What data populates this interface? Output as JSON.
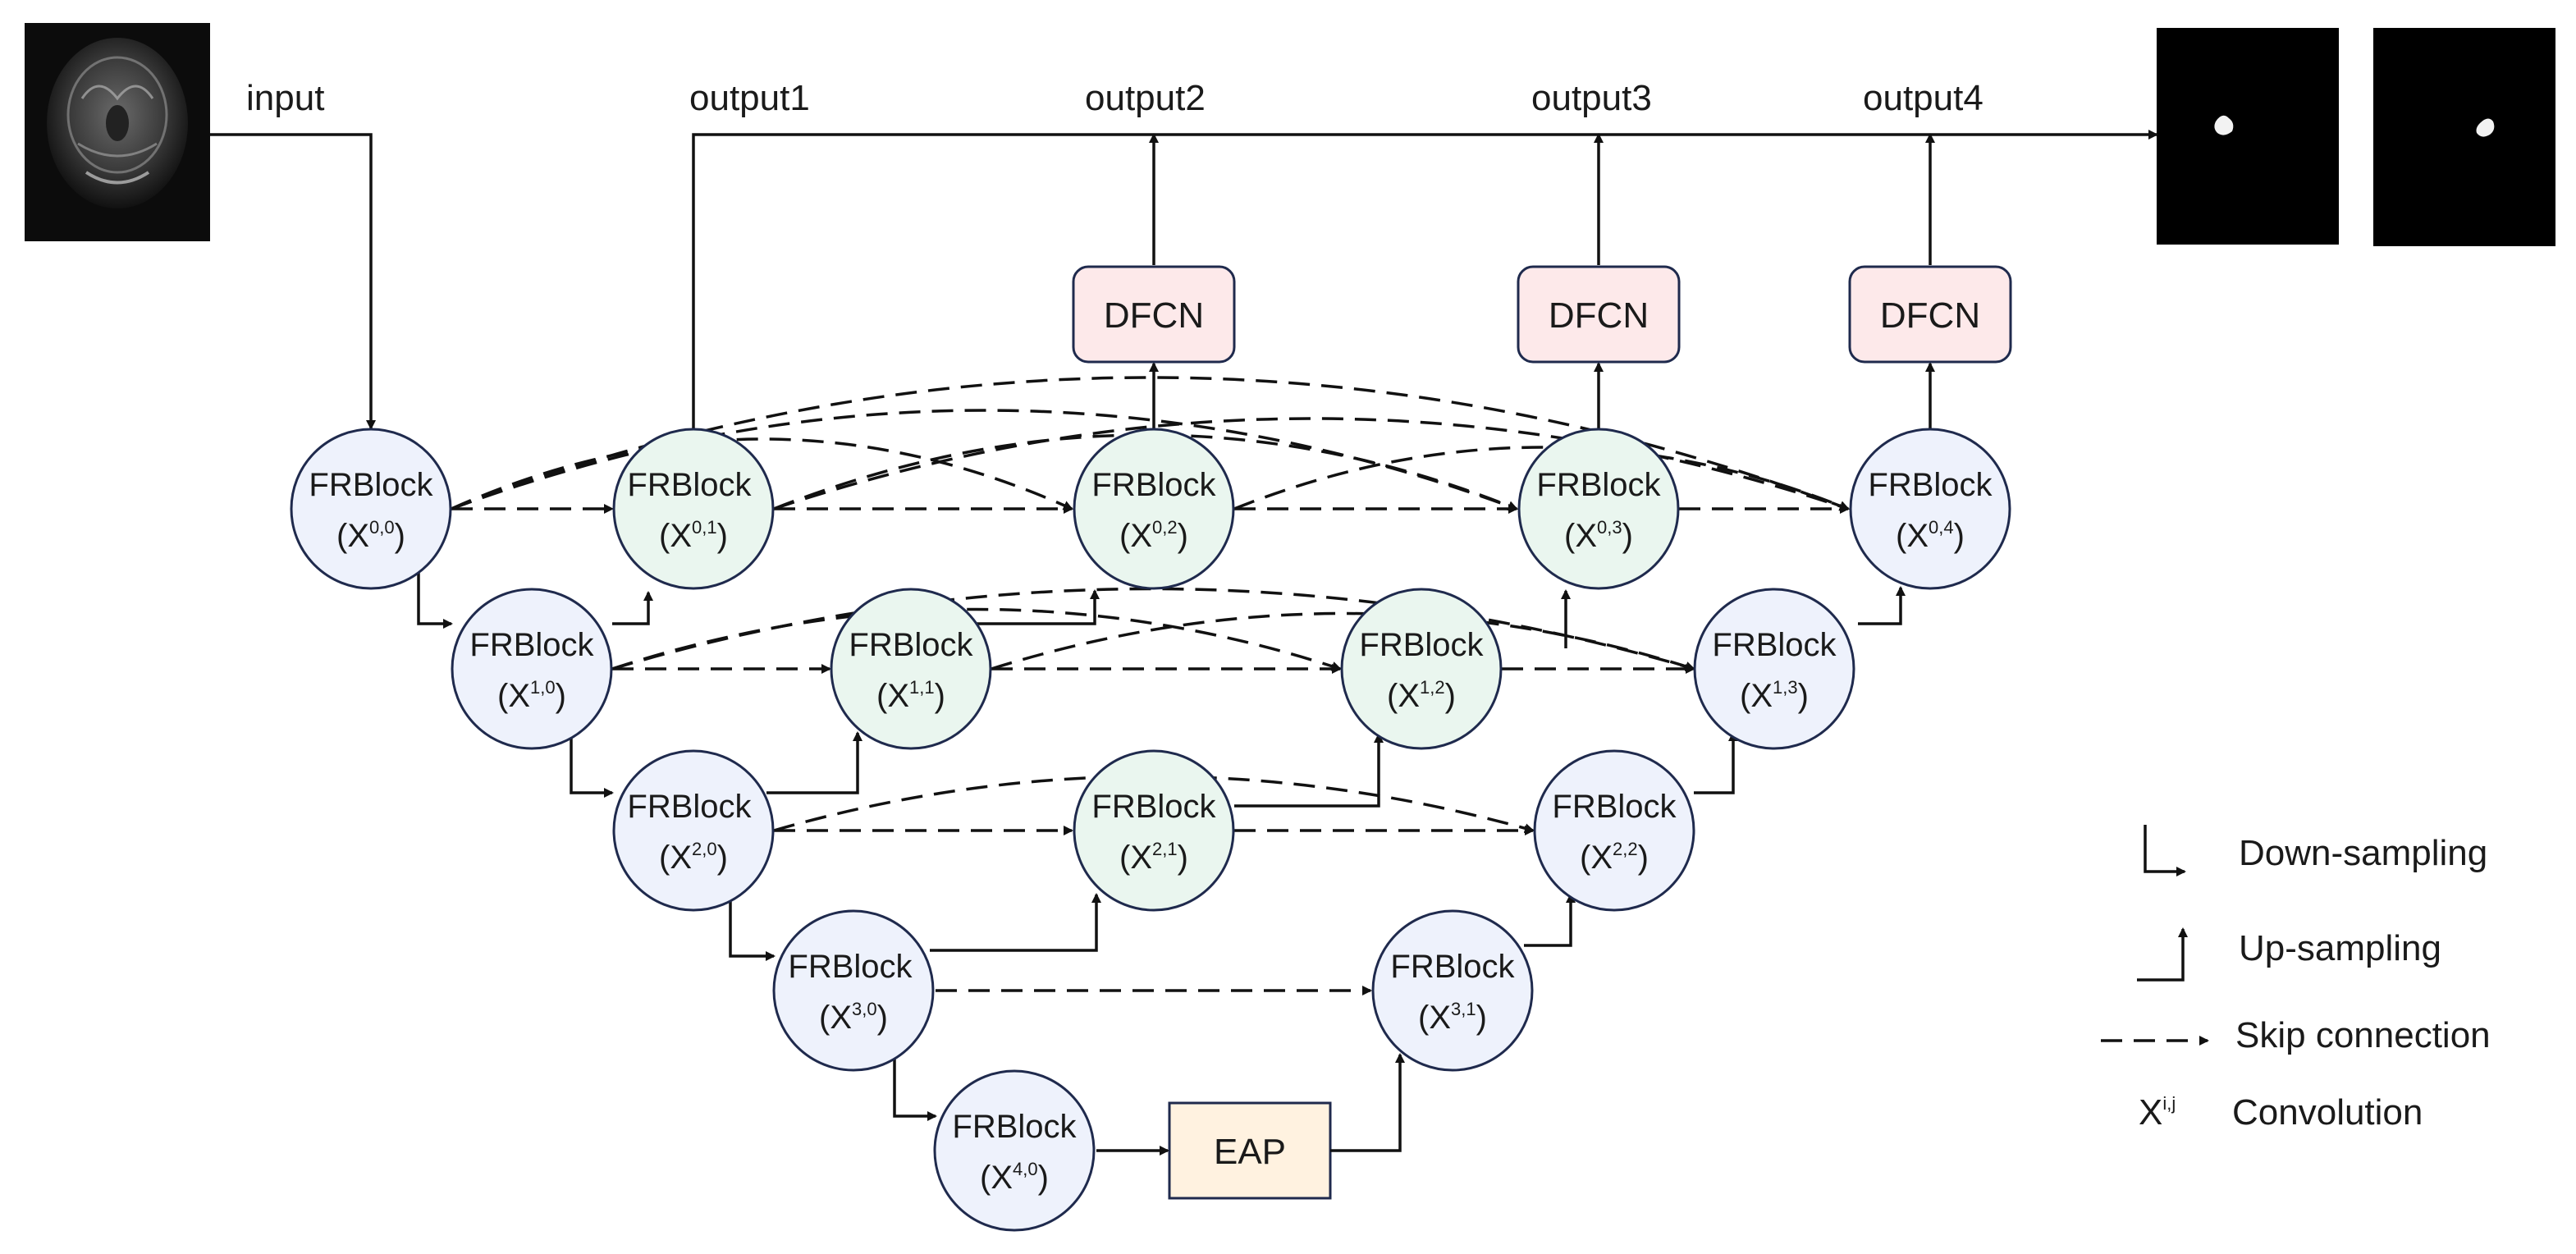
{
  "labels": {
    "input": "input",
    "output1": "output1",
    "output2": "output2",
    "output3": "output3",
    "output4": "output4"
  },
  "node_title": "FRBlock",
  "nodes": [
    {
      "id": "n00",
      "base": "X",
      "sup": "0,0",
      "fill": "#eef2fc"
    },
    {
      "id": "n01",
      "base": "X",
      "sup": "0,1",
      "fill": "#eaf6ef"
    },
    {
      "id": "n02",
      "base": "X",
      "sup": "0,2",
      "fill": "#eaf6ef"
    },
    {
      "id": "n03",
      "base": "X",
      "sup": "0,3",
      "fill": "#eaf6ef"
    },
    {
      "id": "n04",
      "base": "X",
      "sup": "0,4",
      "fill": "#eef2fc"
    },
    {
      "id": "n10",
      "base": "X",
      "sup": "1,0",
      "fill": "#eef2fc"
    },
    {
      "id": "n11",
      "base": "X",
      "sup": "1,1",
      "fill": "#eaf6ef"
    },
    {
      "id": "n12",
      "base": "X",
      "sup": "1,2",
      "fill": "#eaf6ef"
    },
    {
      "id": "n13",
      "base": "X",
      "sup": "1,3",
      "fill": "#eef2fc"
    },
    {
      "id": "n20",
      "base": "X",
      "sup": "2,0",
      "fill": "#eef2fc"
    },
    {
      "id": "n21",
      "base": "X",
      "sup": "2,1",
      "fill": "#eaf6ef"
    },
    {
      "id": "n22",
      "base": "X",
      "sup": "2,2",
      "fill": "#eef2fc"
    },
    {
      "id": "n30",
      "base": "X",
      "sup": "3,0",
      "fill": "#eef2fc"
    },
    {
      "id": "n31",
      "base": "X",
      "sup": "3,1",
      "fill": "#eef2fc"
    },
    {
      "id": "n40",
      "base": "X",
      "sup": "4,0",
      "fill": "#eef2fc"
    }
  ],
  "modules": {
    "dfcn": "DFCN",
    "eap": "EAP"
  },
  "colors": {
    "dfcn_fill": "#fde9ea",
    "eap_fill": "#fff2e0",
    "stroke": "#1f2a4d"
  },
  "legend": {
    "down_sampling": "Down-sampling",
    "up_sampling": "Up-sampling",
    "skip_connection": "Skip connection",
    "symbol_base": "X",
    "symbol_sup": "i,j",
    "convolution": "Convolution"
  }
}
